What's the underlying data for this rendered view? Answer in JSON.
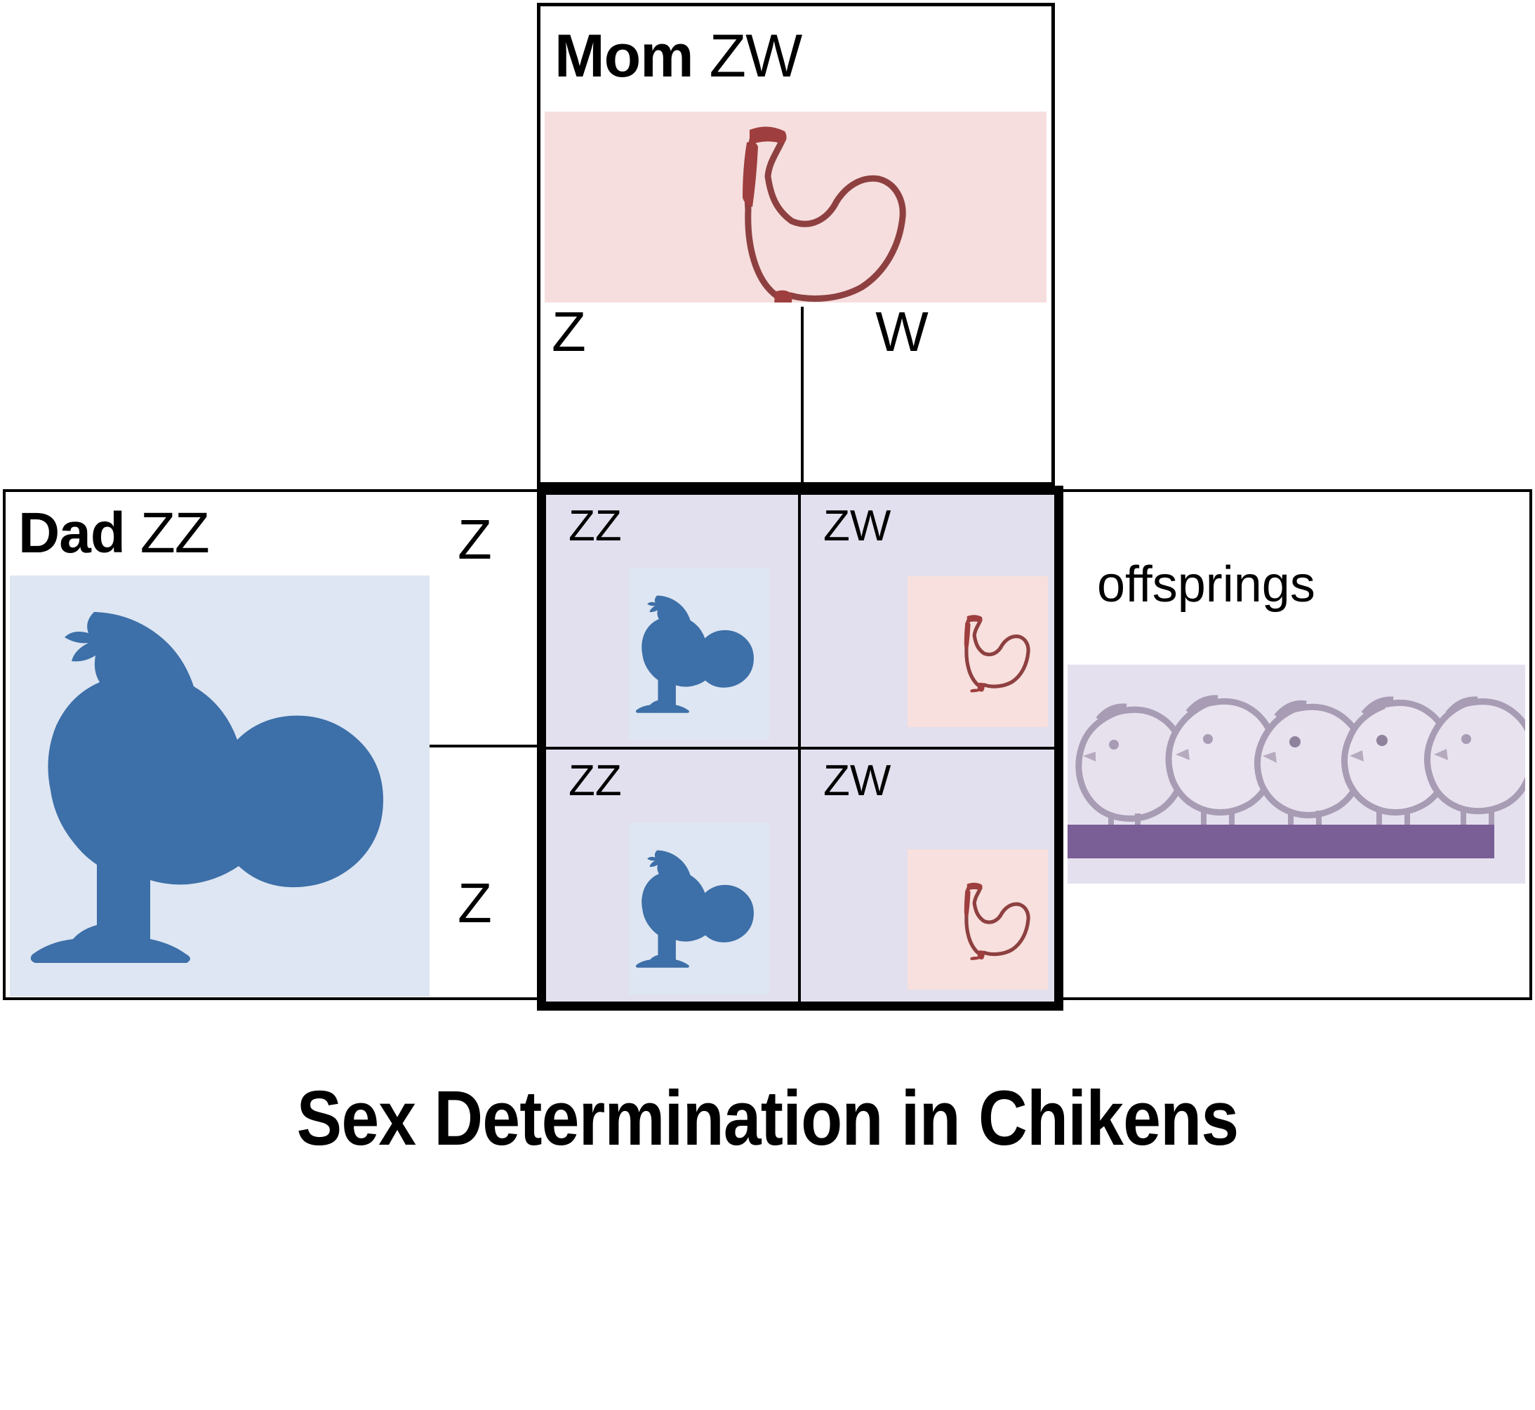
{
  "diagram": {
    "title": "Sex Determination in Chikens",
    "type": "punnett-square"
  },
  "mom": {
    "label_bold": "Mom",
    "label_genotype": "ZW",
    "image_alt": "hen-outline",
    "gametes": [
      "Z",
      "W"
    ]
  },
  "dad": {
    "label_bold": "Dad",
    "label_genotype": "ZZ",
    "image_alt": "rooster-silhouette",
    "gametes": [
      "Z",
      "Z"
    ]
  },
  "punnett": {
    "cells": [
      {
        "genotype": "ZZ",
        "sex": "male",
        "icon": "rooster-silhouette"
      },
      {
        "genotype": "ZW",
        "sex": "female",
        "icon": "hen-outline"
      },
      {
        "genotype": "ZZ",
        "sex": "male",
        "icon": "rooster-silhouette"
      },
      {
        "genotype": "ZW",
        "sex": "female",
        "icon": "hen-outline"
      }
    ]
  },
  "offsprings": {
    "label": "offsprings",
    "image_alt": "five-chicks-on-perch",
    "chick_count": 5
  },
  "colors": {
    "mom_background": "#f6dede",
    "dad_background": "#dde6f2",
    "cell_background": "#e2e0ee",
    "offspring_background": "#e4e0ee",
    "rooster": "#3d6fa8",
    "hen_outline": "#9e4242",
    "perch": "#7a5e96",
    "border": "#000000"
  }
}
